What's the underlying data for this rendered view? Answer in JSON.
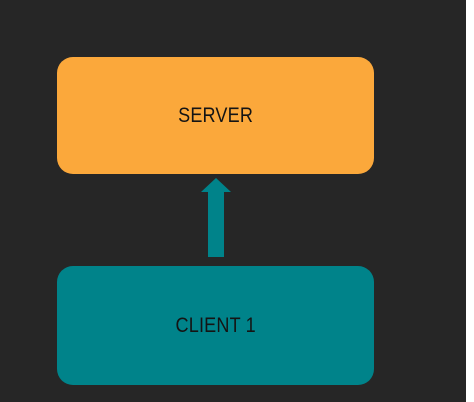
{
  "diagram": {
    "server": {
      "label": "SERVER",
      "color": "#fba83b"
    },
    "client": {
      "label": "CLIENT 1",
      "color": "#00838a"
    },
    "connector": {
      "direction": "client-to-server",
      "color": "#00838a"
    },
    "background_color": "#262626"
  }
}
